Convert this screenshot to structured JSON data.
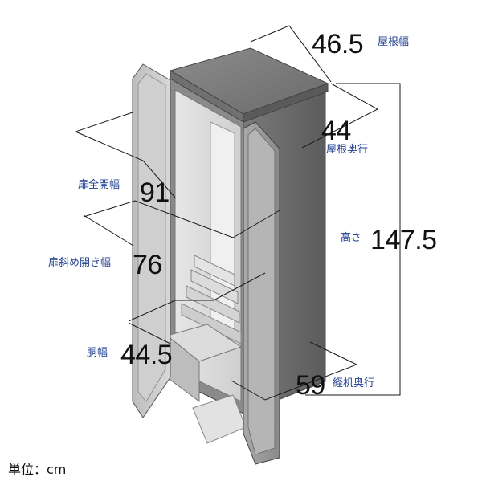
{
  "dimensions": {
    "roof_width": {
      "value": "46.5",
      "label": "屋根幅"
    },
    "roof_depth": {
      "value": "44",
      "label": "屋根奥行"
    },
    "door_full_open": {
      "value": "91",
      "label": "扉全開幅"
    },
    "height": {
      "value": "147.5",
      "label": "高さ"
    },
    "door_diagonal_open": {
      "value": "76",
      "label": "扉斜め開き幅"
    },
    "body_width": {
      "value": "44.5",
      "label": "胴幅"
    },
    "desk_depth": {
      "value": "59",
      "label": "経机奥行"
    }
  },
  "unit_note": "単位：cm",
  "colors": {
    "label": "#1f3f8f",
    "number": "#111111",
    "line": "#1a1a1a",
    "cabinet_dark": "#6e6e6e",
    "cabinet_light": "#d9d9d9"
  }
}
